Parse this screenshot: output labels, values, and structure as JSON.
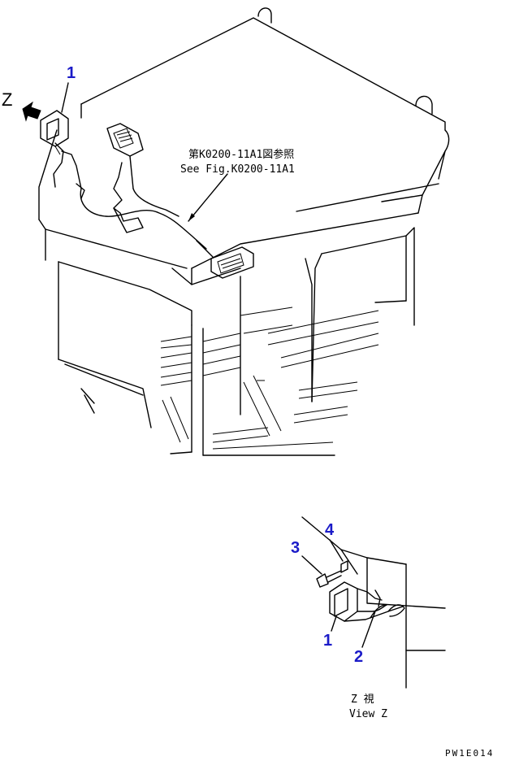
{
  "view_marker": "Z",
  "reference": {
    "jp": "第K0200-11A1図参照",
    "en": "See Fig.K0200-11A1"
  },
  "callouts_main": [
    "1"
  ],
  "callouts_detail": [
    "1",
    "2",
    "3",
    "4"
  ],
  "view_caption": {
    "jp": "Z  視",
    "en": "View Z"
  },
  "drawing_code": "PW1E014"
}
